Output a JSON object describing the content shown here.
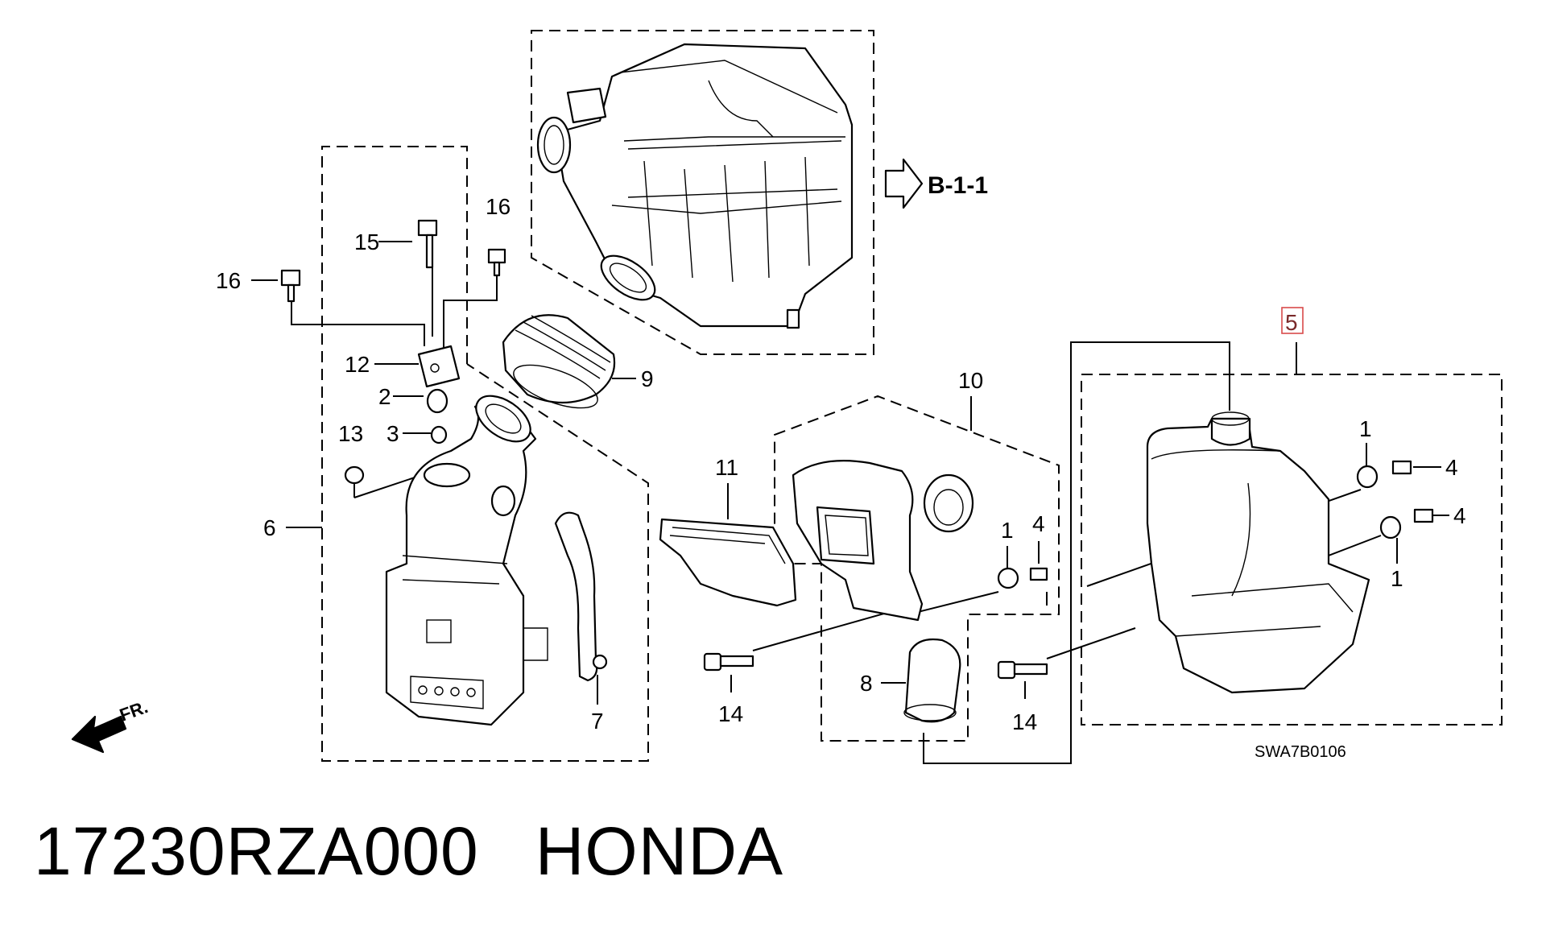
{
  "callouts": {
    "c1a": "1",
    "c1b": "1",
    "c1c": "1",
    "c2": "2",
    "c3": "3",
    "c4a": "4",
    "c4b": "4",
    "c4c": "4",
    "c5": "5",
    "c6": "6",
    "c7": "7",
    "c8": "8",
    "c9": "9",
    "c10": "10",
    "c11": "11",
    "c12": "12",
    "c13": "13",
    "c14a": "14",
    "c14b": "14",
    "c15": "15",
    "c16a": "16",
    "c16b": "16"
  },
  "reference": "B-1-1",
  "front_marker": "FR.",
  "diagram_code": "SWA7B0106",
  "footer": {
    "part_number": "17230RZA000",
    "brand": "HONDA"
  },
  "colors": {
    "highlight_box": "#d84a4a",
    "highlight_text": "#7a2a2a"
  }
}
